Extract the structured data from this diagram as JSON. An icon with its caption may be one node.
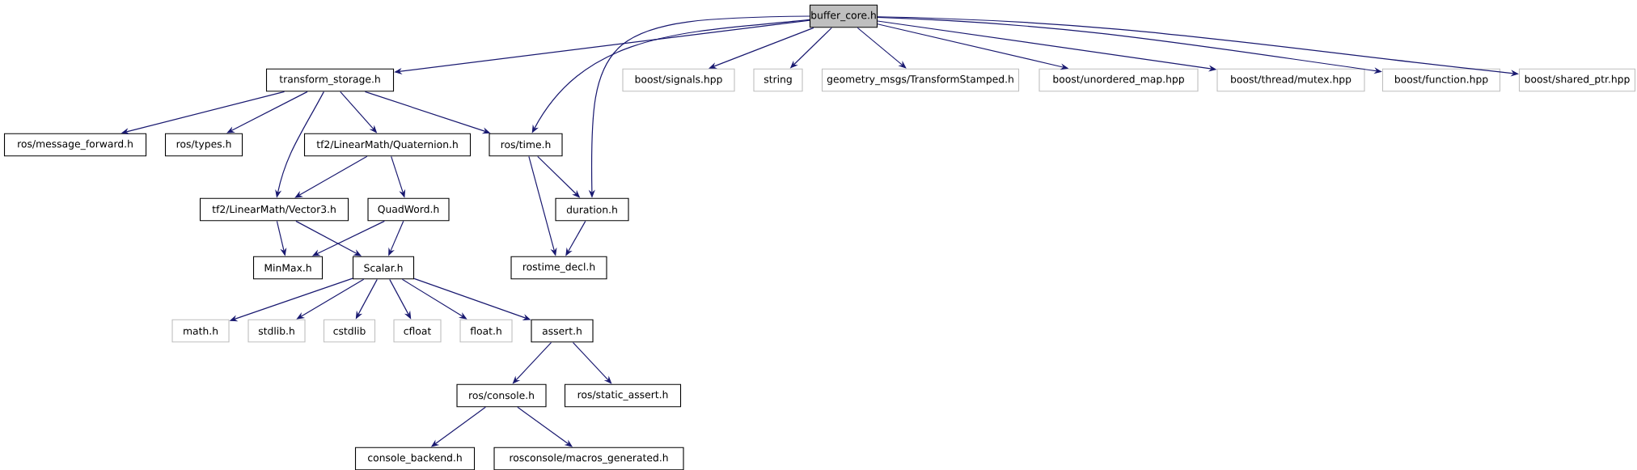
{
  "diagram": {
    "nodes": [
      {
        "text": [
          "buffer_core.h"
        ]
      },
      {
        "text": [
          "transform_storage.h"
        ]
      },
      {
        "text": [
          "boost/signals.hpp"
        ]
      },
      {
        "text": [
          "string"
        ]
      },
      {
        "text": [
          "geometry_msgs/TransformStamped.h"
        ]
      },
      {
        "text": [
          "boost/unordered_map.hpp"
        ]
      },
      {
        "text": [
          "boost/thread/mutex.hpp"
        ]
      },
      {
        "text": [
          "boost/function.hpp"
        ]
      },
      {
        "text": [
          "boost/shared_ptr.hpp"
        ]
      },
      {
        "text": [
          "ros/message_forward.h"
        ]
      },
      {
        "text": [
          "ros/types.h"
        ]
      },
      {
        "text": [
          "tf2/LinearMath/Quaternion.h"
        ]
      },
      {
        "text": [
          "ros/time.h"
        ]
      },
      {
        "text": [
          "tf2/LinearMath/Vector3.h"
        ]
      },
      {
        "text": [
          "QuadWord.h"
        ]
      },
      {
        "text": [
          "duration.h"
        ]
      },
      {
        "text": [
          "MinMax.h"
        ]
      },
      {
        "text": [
          "Scalar.h"
        ]
      },
      {
        "text": [
          "rostime_decl.h"
        ]
      },
      {
        "text": [
          "math.h"
        ]
      },
      {
        "text": [
          "stdlib.h"
        ]
      },
      {
        "text": [
          "cstdlib"
        ]
      },
      {
        "text": [
          "cfloat"
        ]
      },
      {
        "text": [
          "float.h"
        ]
      },
      {
        "text": [
          "assert.h"
        ]
      },
      {
        "text": [
          "ros/console.h"
        ]
      },
      {
        "text": [
          "ros/static_assert.h"
        ]
      },
      {
        "text": [
          "console_backend.h"
        ]
      },
      {
        "text": [
          "rosconsole/macros_generated.h"
        ]
      }
    ],
    "edges": [
      {
        "from": 0,
        "to": 1,
        "arrow": "to"
      },
      {
        "from": 0,
        "to": 12,
        "arrow": "to"
      },
      {
        "from": 0,
        "to": 15,
        "arrow": "to"
      },
      {
        "from": 0,
        "to": 2,
        "arrow": "to"
      },
      {
        "from": 0,
        "to": 3,
        "arrow": "to"
      },
      {
        "from": 0,
        "to": 4,
        "arrow": "to"
      },
      {
        "from": 0,
        "to": 5,
        "arrow": "to"
      },
      {
        "from": 0,
        "to": 6,
        "arrow": "to"
      },
      {
        "from": 0,
        "to": 7,
        "arrow": "to"
      },
      {
        "from": 0,
        "to": 8,
        "arrow": "to"
      },
      {
        "from": 1,
        "to": 9,
        "arrow": "to"
      },
      {
        "from": 1,
        "to": 10,
        "arrow": "to"
      },
      {
        "from": 1,
        "to": 13,
        "arrow": "to"
      },
      {
        "from": 1,
        "to": 11,
        "arrow": "to"
      },
      {
        "from": 1,
        "to": 12,
        "arrow": "to"
      },
      {
        "from": 11,
        "to": 13,
        "arrow": "to"
      },
      {
        "from": 11,
        "to": 14,
        "arrow": "to"
      },
      {
        "from": 12,
        "to": 15,
        "arrow": "to"
      },
      {
        "from": 12,
        "to": 18,
        "arrow": "to"
      },
      {
        "from": 15,
        "to": 18,
        "arrow": "to"
      },
      {
        "from": 13,
        "to": 16,
        "arrow": "to"
      },
      {
        "from": 13,
        "to": 17,
        "arrow": "to"
      },
      {
        "from": 14,
        "to": 16,
        "arrow": "to"
      },
      {
        "from": 14,
        "to": 17,
        "arrow": "to"
      },
      {
        "from": 17,
        "to": 19,
        "arrow": "to"
      },
      {
        "from": 17,
        "to": 20,
        "arrow": "to"
      },
      {
        "from": 17,
        "to": 21,
        "arrow": "to"
      },
      {
        "from": 17,
        "to": 22,
        "arrow": "to"
      },
      {
        "from": 17,
        "to": 23,
        "arrow": "to"
      },
      {
        "from": 17,
        "to": 24,
        "arrow": "to"
      },
      {
        "from": 24,
        "to": 25,
        "arrow": "to"
      },
      {
        "from": 24,
        "to": 26,
        "arrow": "to"
      },
      {
        "from": 25,
        "to": 27,
        "arrow": "to"
      },
      {
        "from": 25,
        "to": 28,
        "arrow": "to"
      }
    ]
  }
}
